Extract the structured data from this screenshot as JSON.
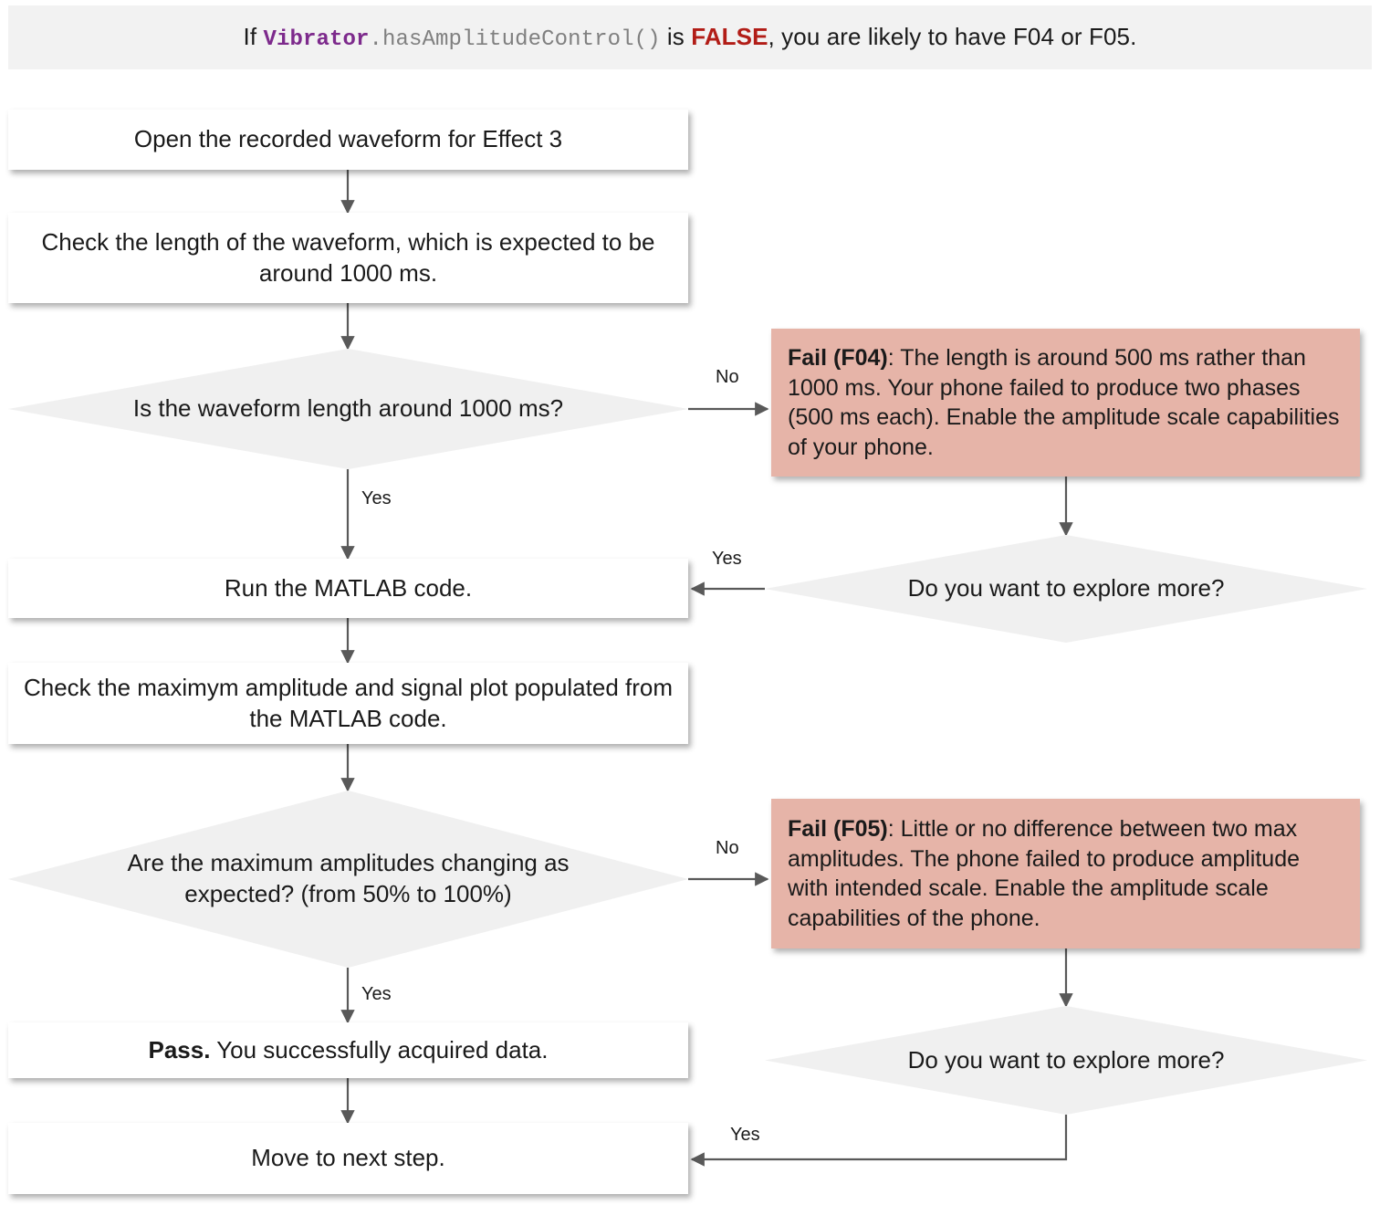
{
  "header": {
    "prefix": "If ",
    "class_name": "Vibrator",
    "method": ".hasAmplitudeControl()",
    "middle": " is ",
    "false_keyword": "FALSE",
    "suffix": ", you are likely to have F04 or F05."
  },
  "nodes": {
    "open_waveform": {
      "text": "Open the recorded waveform for Effect 3"
    },
    "check_length": {
      "text": "Check the length of the waveform, which is expected to be around 1000 ms."
    },
    "decision_length": {
      "text": "Is the waveform length around 1000 ms?"
    },
    "fail_f04": {
      "label": "Fail (F04)",
      "text": ": The length is around 500 ms rather than 1000 ms. Your phone failed to produce two phases (500 ms each). Enable the amplitude scale capabilities of your phone."
    },
    "explore_more_top": {
      "text": "Do you want to explore more?"
    },
    "run_matlab": {
      "text": "Run the MATLAB code."
    },
    "check_amplitude": {
      "text": "Check the maximym amplitude and signal plot populated from the MATLAB code."
    },
    "decision_amplitude": {
      "text": "Are the maximum amplitudes changing as expected? (from 50% to 100%)"
    },
    "fail_f05": {
      "label": "Fail (F05)",
      "text": ": Little or no difference between two max amplitudes. The phone failed to produce amplitude with intended scale. Enable the amplitude scale capabilities of the phone."
    },
    "explore_more_bottom": {
      "text": "Do you want to explore more?"
    },
    "pass_node": {
      "label": "Pass.",
      "text": " You successfully acquired data."
    },
    "next_step": {
      "text": "Move to next step."
    }
  },
  "edge_labels": {
    "length_no": "No",
    "length_yes": "Yes",
    "explore_top_yes": "Yes",
    "amplitude_no": "No",
    "amplitude_yes": "Yes",
    "explore_bottom_yes": "Yes"
  },
  "colors": {
    "header_bg": "#f2f2f2",
    "process_bg": "#ffffff",
    "decision_bg": "#f0f0f0",
    "fail_bg": "#e6b4a8",
    "class_name": "#7d2a8c",
    "method": "#808080",
    "false_keyword": "#b21d17",
    "edge_stroke": "#595959",
    "text": "#1a1a1a"
  }
}
